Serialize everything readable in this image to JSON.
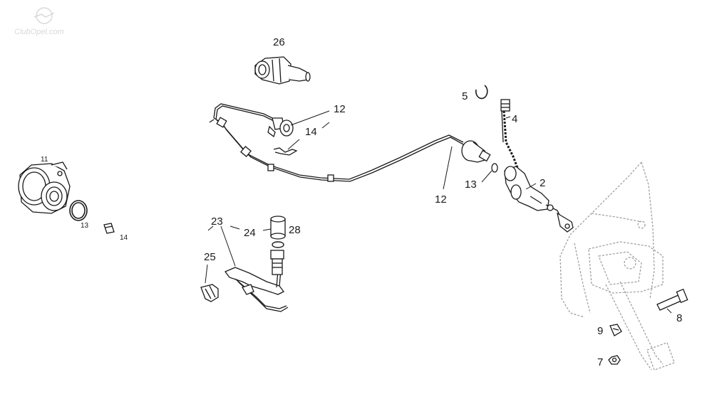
{
  "watermark": {
    "text": "ClubOpel.com",
    "logo": "opel-blitz-logo"
  },
  "callouts": {
    "c26": "26",
    "c12a": "12",
    "c14a": "14",
    "c5": "5",
    "c4": "4",
    "c11": "11",
    "c13a": "13",
    "c14b": "14",
    "c12b": "12",
    "c13b": "13",
    "c2": "2",
    "c23": "23",
    "c24": "24",
    "c28": "28",
    "c25": "25",
    "c8": "8",
    "c9": "9",
    "c7": "7"
  },
  "colors": {
    "line": "#1a1a1a",
    "ghost": "#9a9a9a",
    "watermark": "#d9d9d9"
  }
}
